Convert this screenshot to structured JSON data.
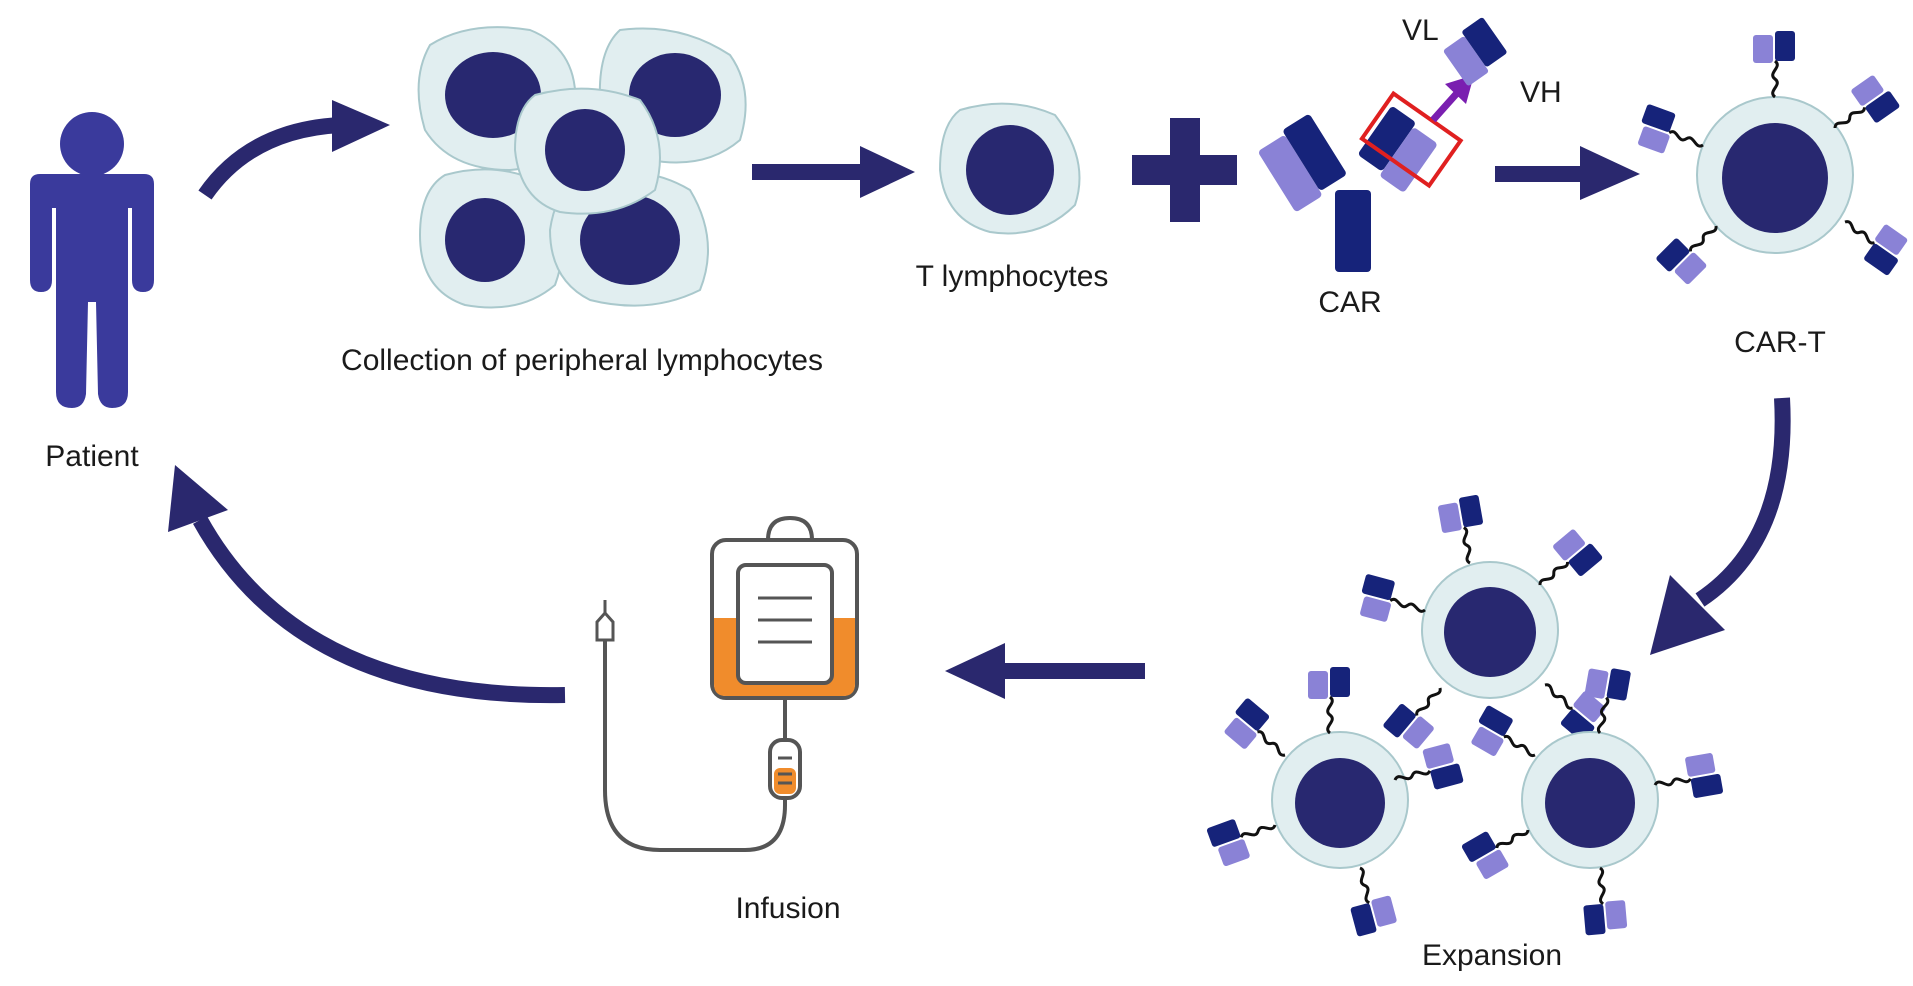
{
  "labels": {
    "patient": "Patient",
    "collection": "Collection of peripheral lymphocytes",
    "t_lymphocytes": "T lymphocytes",
    "car": "CAR",
    "vl": "VL",
    "vh": "VH",
    "car_t": "CAR-T",
    "expansion": "Expansion",
    "infusion": "Infusion"
  },
  "colors": {
    "navy": "#2a286e",
    "patient": "#3a3a9c",
    "dark_blue": "#16237a",
    "light_purple": "#8a82d6",
    "cell_fill": "#e1eef0",
    "cell_stroke": "#a9c8cc",
    "highlight_box": "#e02020",
    "pointer_arrow": "#7a1fb0",
    "infusion_fluid": "#f08c2c",
    "tube": "#555555"
  }
}
